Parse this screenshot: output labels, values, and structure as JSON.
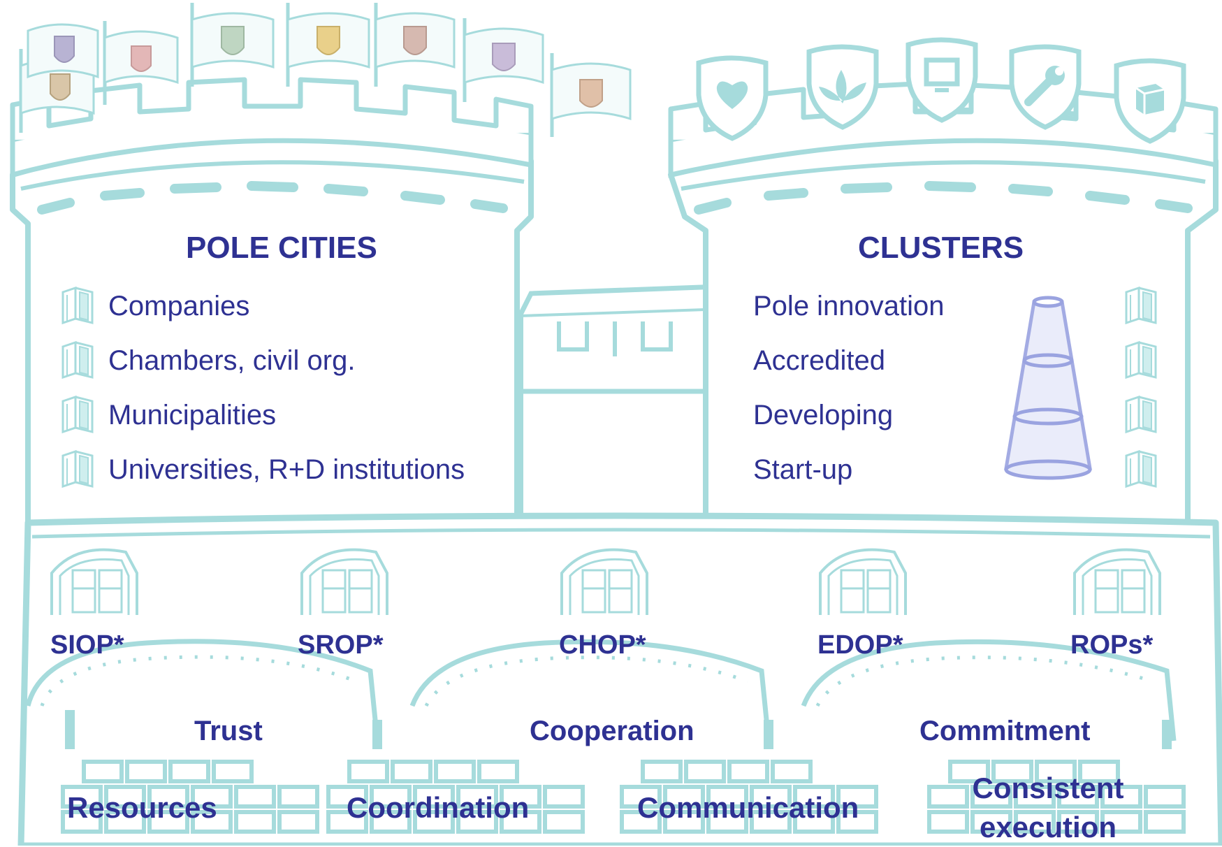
{
  "colors": {
    "castle": "#a6dbdc",
    "castle_fill": "#ffffff",
    "text": "#2e3192",
    "cone": "#9aa3e0"
  },
  "left_tower": {
    "title": "POLE CITIES",
    "items": [
      "Companies",
      "Chambers, civil org.",
      "Municipalities",
      "Universities, R+D institutions"
    ]
  },
  "right_tower": {
    "title": "CLUSTERS",
    "items": [
      "Pole innovation",
      "Accredited",
      "Developing",
      "Start-up"
    ]
  },
  "programmes": [
    "SIOP*",
    "SROP*",
    "CHOP*",
    "EDOP*",
    "ROPs*"
  ],
  "values": [
    "Trust",
    "Cooperation",
    "Commitment"
  ],
  "foundations": [
    "Resources",
    "Coordination",
    "Communication",
    "Consistent execution"
  ],
  "icons": {
    "flag": "coat-of-arms-flag-icon",
    "shields": [
      "heart-icon",
      "leaves-icon",
      "monitor-icon",
      "wrench-icon",
      "cube-icon"
    ],
    "window": "window-icon",
    "arch_window": "arched-window-icon"
  }
}
